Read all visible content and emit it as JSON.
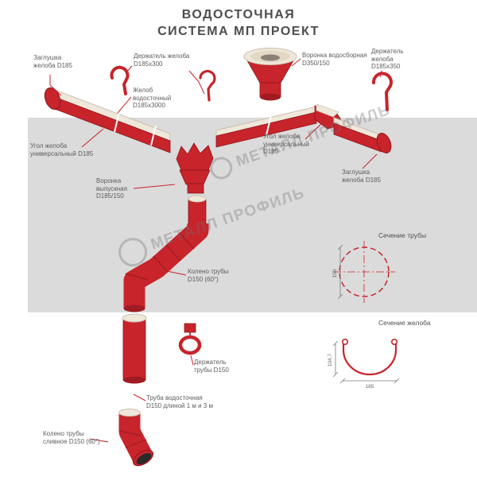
{
  "title": {
    "line1": "ВОДОСТОЧНАЯ",
    "line2": "СИСТЕМА МП ПРОЕКТ"
  },
  "watermark": {
    "text": "МЕТАЛЛ ПРОФИЛЬ"
  },
  "colors": {
    "red": "#c8242b",
    "dark_red": "#8e161c",
    "cream": "#efe8da",
    "gray_band": "#dbdbdb",
    "label_text": "#5d5d5d"
  },
  "labels": {
    "end_cap_left": {
      "lines": [
        "Заглушка",
        "желоба D185"
      ]
    },
    "gutter_holder_300": {
      "lines": [
        "Держатель желоба",
        "D185х300"
      ]
    },
    "collector_funnel": {
      "lines": [
        "Воронка водосборная",
        "D350/150"
      ]
    },
    "gutter_holder_350": {
      "lines": [
        "Держатель",
        "желоба",
        "D185х350"
      ]
    },
    "gutter": {
      "lines": [
        "Желоб",
        "водосточный",
        "D185х3000"
      ]
    },
    "corner_left": {
      "lines": [
        "Угол желоба",
        "универсальный D185"
      ]
    },
    "corner_right": {
      "lines": [
        "Угол желоба",
        "универсальный",
        "D185"
      ]
    },
    "end_cap_right": {
      "lines": [
        "Заглушка",
        "желоба D185"
      ]
    },
    "outlet_funnel": {
      "lines": [
        "Воронка",
        "выпускная",
        "D185/150"
      ]
    },
    "pipe_elbow": {
      "lines": [
        "Колено трубы",
        "D150 (60°)"
      ]
    },
    "pipe_holder": {
      "lines": [
        "Держатель",
        "трубы D150"
      ]
    },
    "downpipe": {
      "lines": [
        "Труба водосточная",
        "D150 длиной 1 м и 3 м"
      ]
    },
    "drain_elbow": {
      "lines": [
        "Колено трубы",
        "сливное D150 (60°)"
      ]
    }
  },
  "sections": {
    "pipe": {
      "title": "Сечение трубы",
      "diameter": "150"
    },
    "gutter": {
      "title": "Сечение желоба",
      "width": "185",
      "height": "104,7"
    }
  }
}
